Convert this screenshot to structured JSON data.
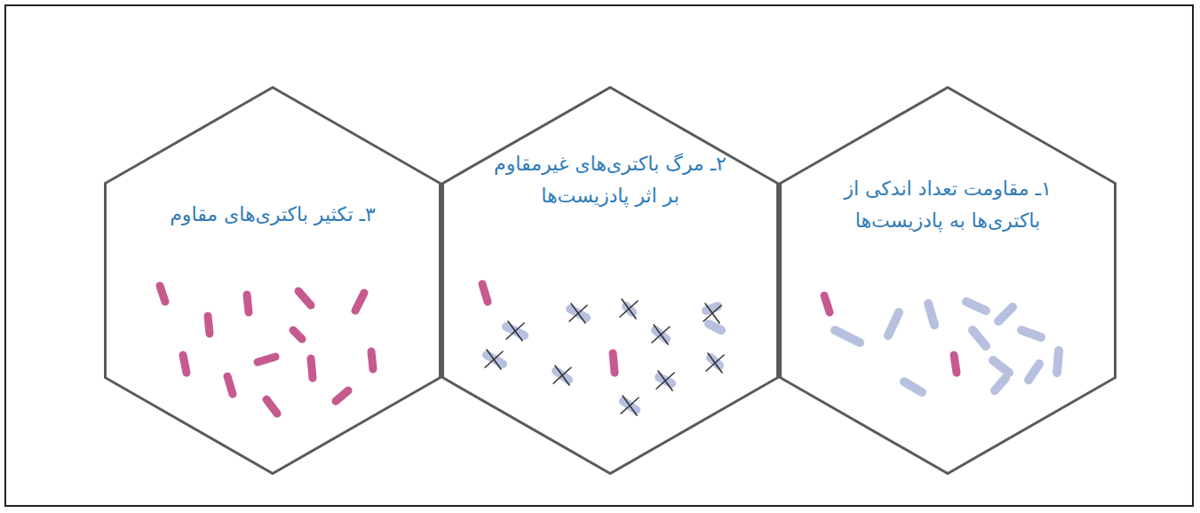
{
  "diagram": {
    "nodes": [
      {
        "text": [
          "۱ـ مقاومت تعداد اندکی از باکتری‌ها به پادزیست‌ها"
        ]
      },
      {
        "text": [
          "۲ـ مرگ باکتری‌های غیرمقاوم بر اثر پادزیست‌ها"
        ]
      },
      {
        "text": [
          "۳ـ تکثیر باکتری‌های مقاوم"
        ]
      }
    ]
  }
}
